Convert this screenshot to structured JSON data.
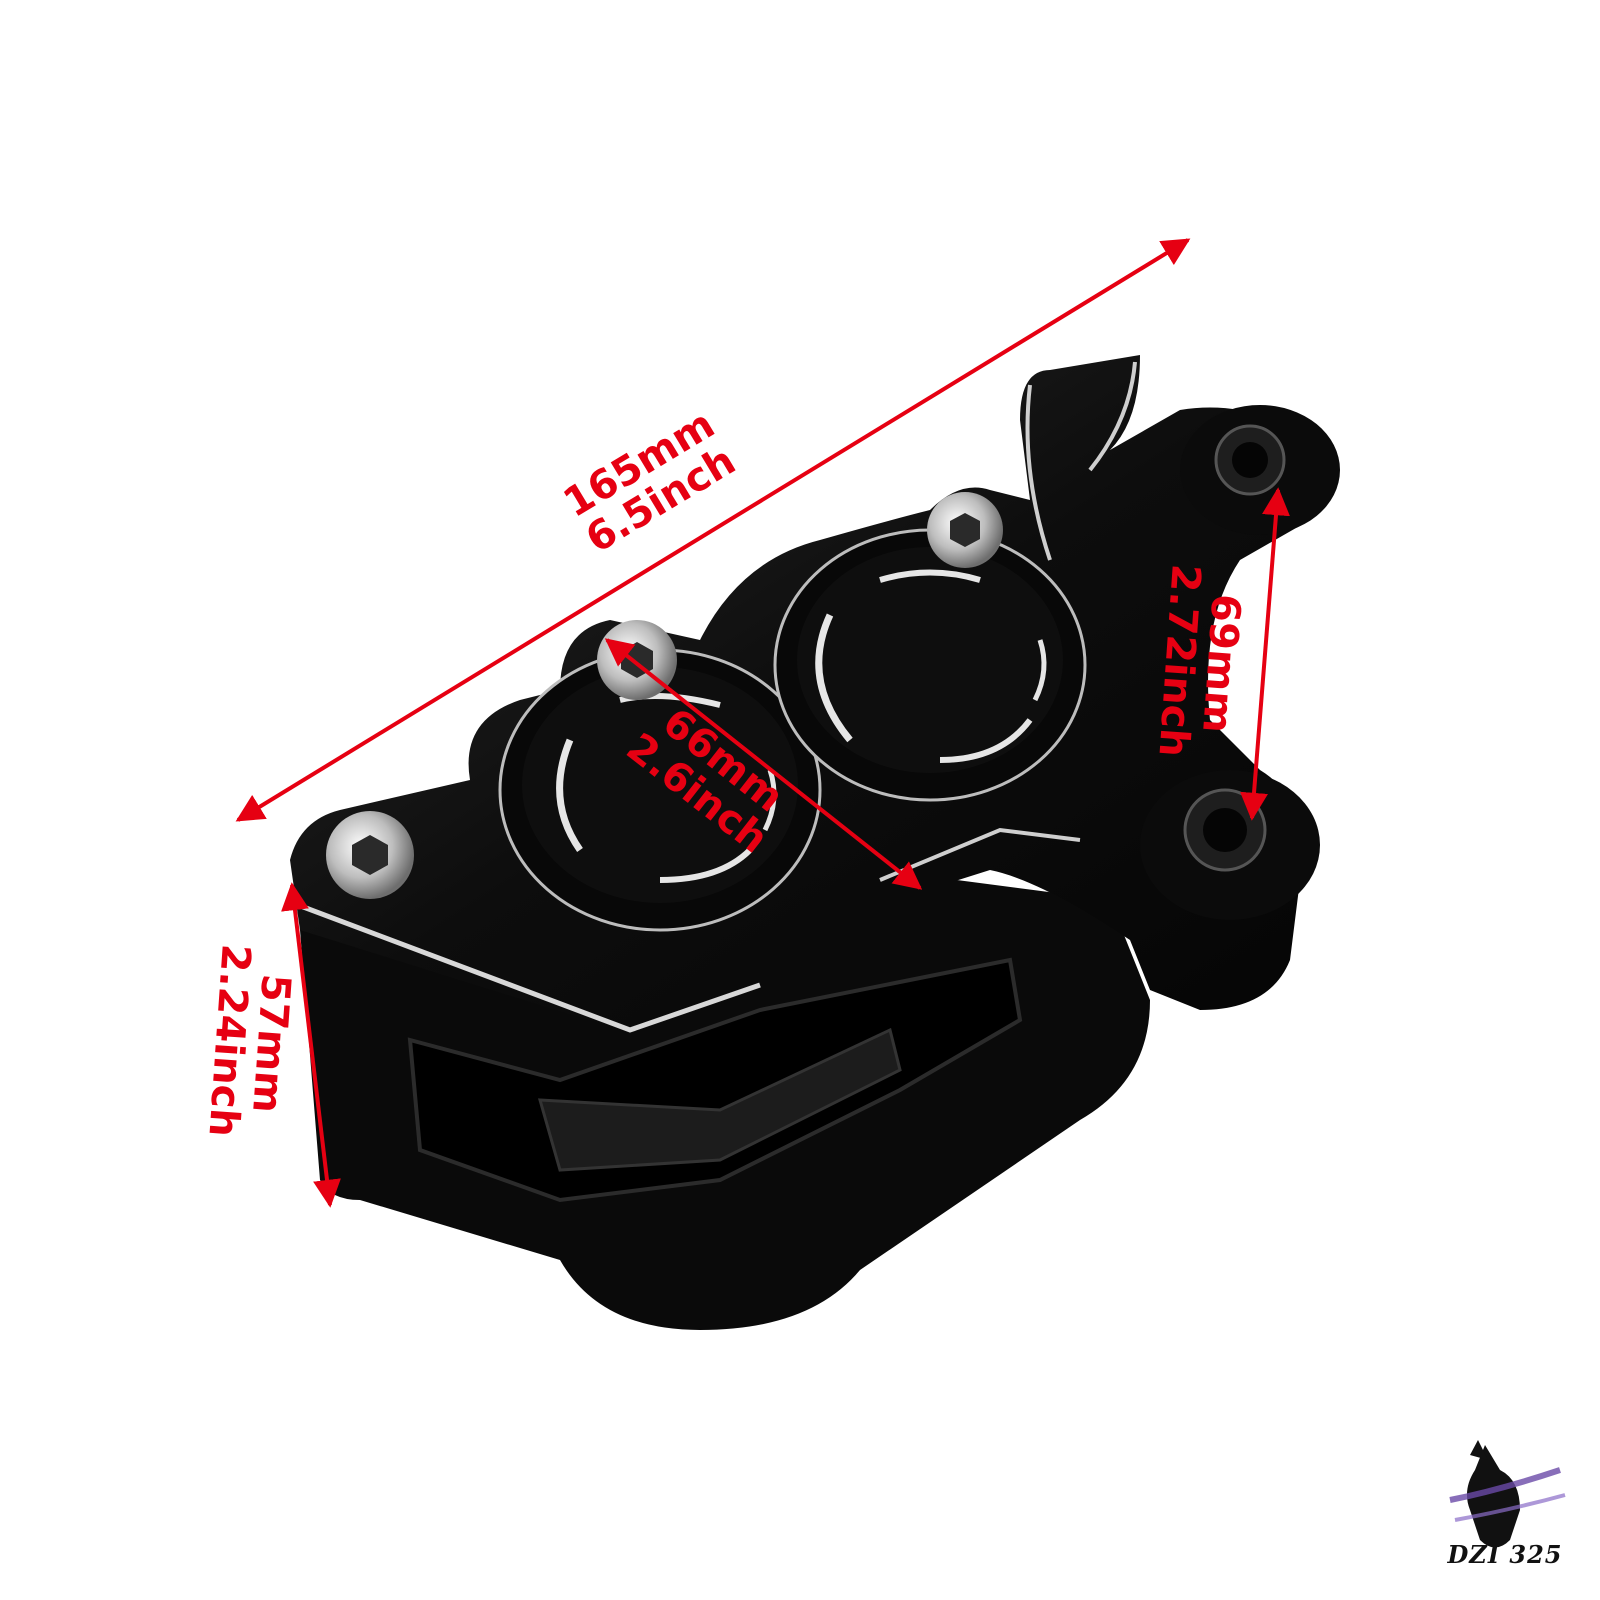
{
  "product": {
    "name_icon": "brake-caliper-photo",
    "body_color": "#0d0d0d",
    "accent_color": "#cfcfcf"
  },
  "dimensions": {
    "color": "#e60012",
    "length": {
      "mm": "165mm",
      "inch": "6.5inch"
    },
    "width": {
      "mm": "66mm",
      "inch": "2.6inch"
    },
    "mount": {
      "mm": "69mm",
      "inch": "2.72inch"
    },
    "height": {
      "mm": "57mm",
      "inch": "2.24inch"
    }
  },
  "watermark": {
    "icon": "horse-head-logo",
    "text": "DZI 325"
  }
}
